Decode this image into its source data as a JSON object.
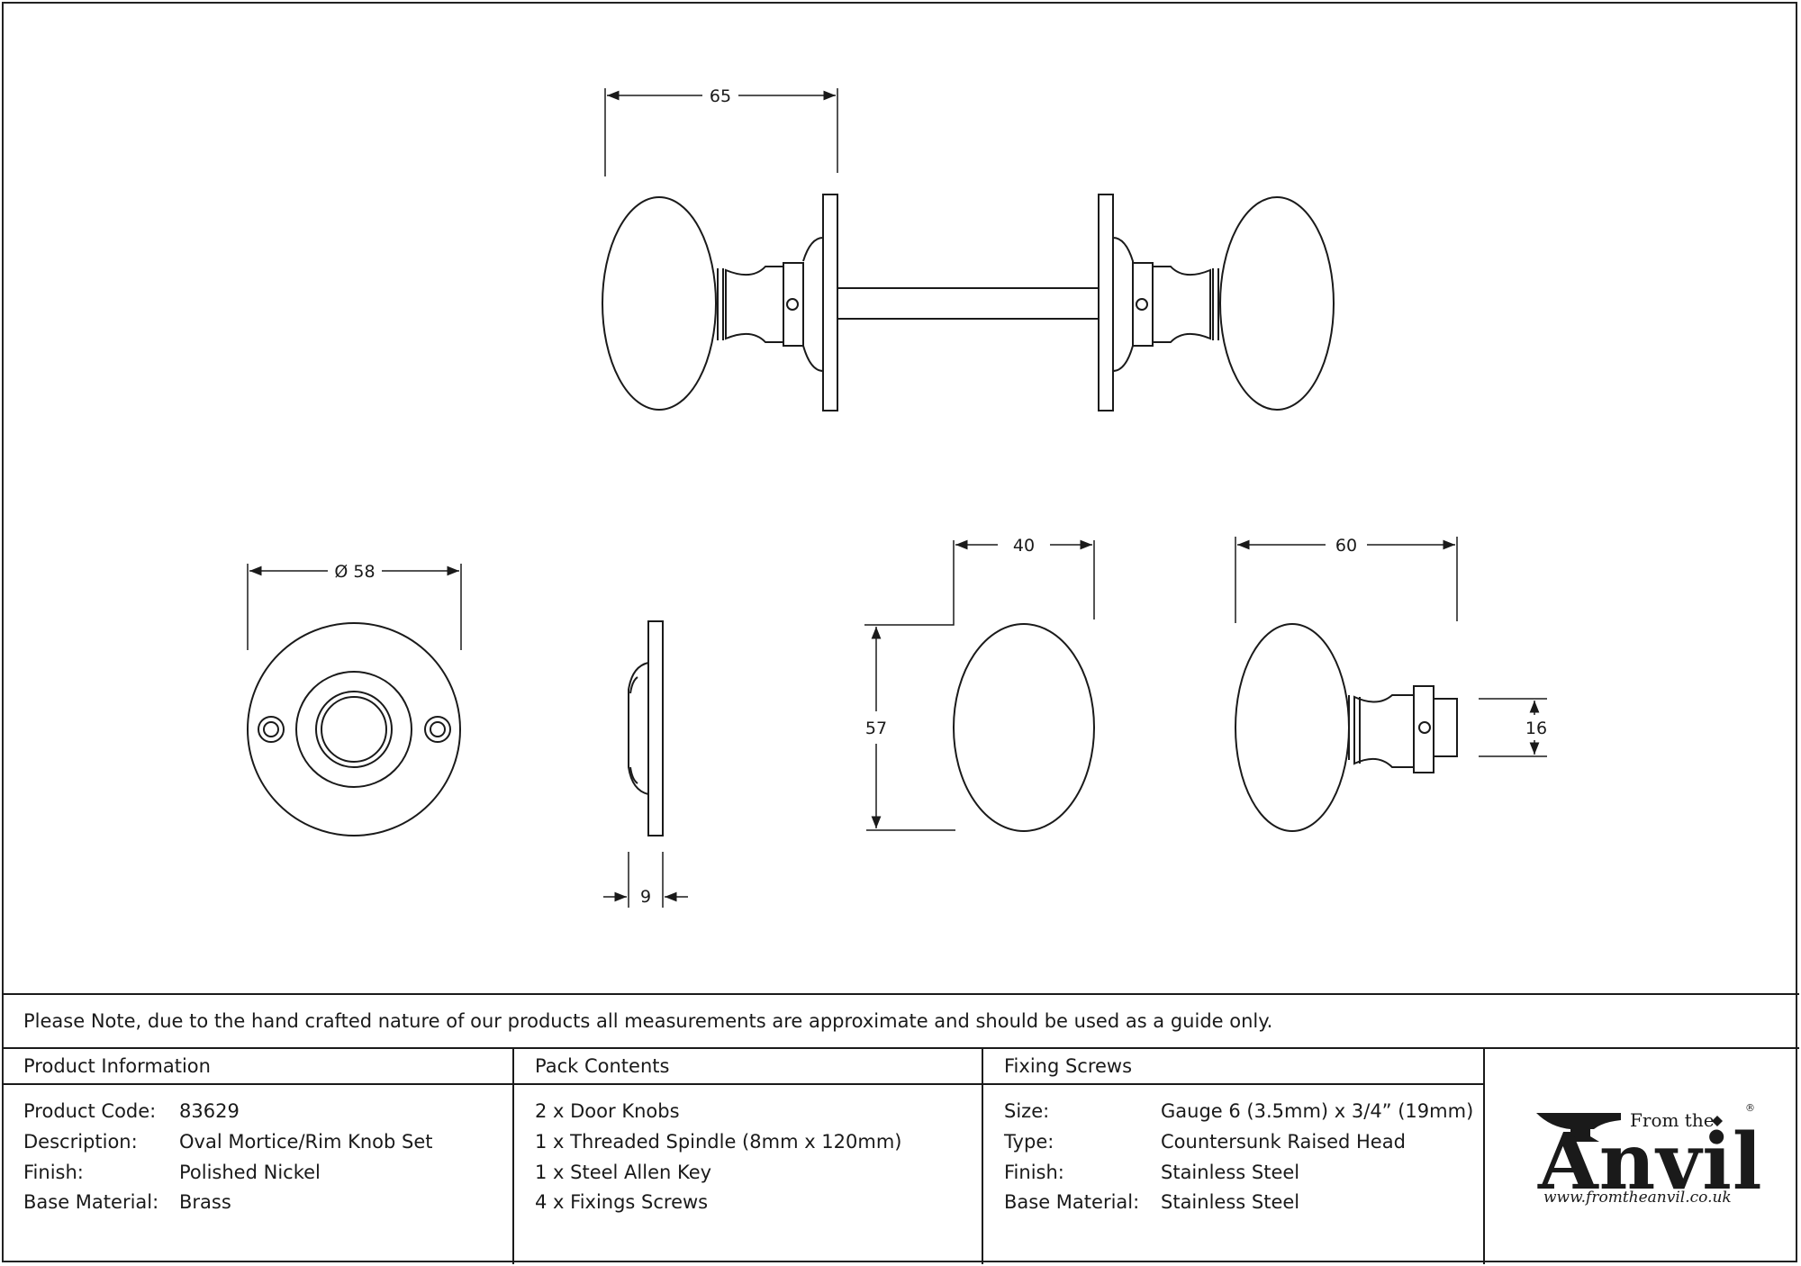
{
  "dimensions": {
    "knob_projection": "65",
    "rose_diameter": "Ø 58",
    "rose_depth": "9",
    "knob_width": "40",
    "knob_height": "57",
    "knob_depth": "60",
    "spindle_hole": "16"
  },
  "note": "Please Note, due to the hand crafted nature of our products all measurements are approximate and should be used as a guide only.",
  "product_info": {
    "heading": "Product Information",
    "rows": [
      {
        "label": "Product Code:",
        "value": "83629"
      },
      {
        "label": "Description:",
        "value": "Oval Mortice/Rim Knob Set"
      },
      {
        "label": "Finish:",
        "value": "Polished Nickel"
      },
      {
        "label": "Base Material:",
        "value": "Brass"
      }
    ]
  },
  "pack_contents": {
    "heading": "Pack Contents",
    "items": [
      "2 x Door Knobs",
      "1 x Threaded Spindle (8mm x 120mm)",
      "1 x Steel Allen Key",
      "4 x Fixings Screws"
    ]
  },
  "fixing_screws": {
    "heading": "Fixing Screws",
    "rows": [
      {
        "label": "Size:",
        "value": "Gauge 6 (3.5mm) x 3/4” (19mm)"
      },
      {
        "label": "Type:",
        "value": "Countersunk Raised Head"
      },
      {
        "label": "Finish:",
        "value": "Stainless Steel"
      },
      {
        "label": "Base Material:",
        "value": "Stainless Steel"
      }
    ]
  },
  "logo": {
    "from_the": "From the",
    "brand": "Anvil",
    "registered": "®",
    "url": "www.fromtheanvil.co.uk"
  }
}
